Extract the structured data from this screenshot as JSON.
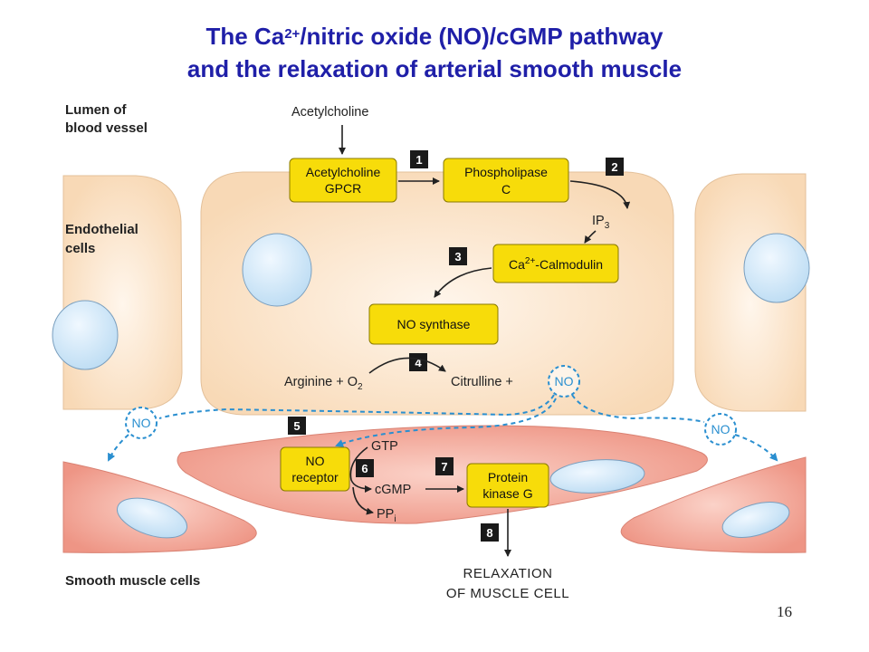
{
  "title": {
    "line1_prefix": "The Ca",
    "line1_sup": "2+",
    "line1_suffix": "/nitric oxide (NO)/cGMP pathway",
    "line2": "and the relaxation of arterial smooth muscle"
  },
  "slide_number": "16",
  "region_labels": {
    "lumen_line1": "Lumen of",
    "lumen_line2": "blood vessel",
    "endothelial_line1": "Endothelial",
    "endothelial_line2": "cells",
    "smooth_muscle": "Smooth muscle cells"
  },
  "molecules": {
    "acetylcholine": "Acetylcholine",
    "ip3_base": "IP",
    "ip3_sub": "3",
    "arginine_prefix": "Arginine + O",
    "o2_sub": "2",
    "citrulline": "Citrulline +",
    "no": "NO",
    "gtp": "GTP",
    "cgmp": "cGMP",
    "ppi_base": "PP",
    "ppi_sub": "i"
  },
  "boxes": {
    "gpcr_line1": "Acetylcholine",
    "gpcr_line2": "GPCR",
    "plc_line1": "Phospholipase",
    "plc_line2": "C",
    "calmodulin_prefix": "Ca",
    "calmodulin_sup": "2+",
    "calmodulin_suffix": "-Calmodulin",
    "no_synthase": "NO synthase",
    "no_receptor_line1": "NO",
    "no_receptor_line2": "receptor",
    "pkg_line1": "Protein",
    "pkg_line2": "kinase G"
  },
  "steps": [
    "1",
    "2",
    "3",
    "4",
    "5",
    "6",
    "7",
    "8"
  ],
  "outcome": {
    "line1": "RELAXATION",
    "line2": "OF MUSCLE CELL"
  },
  "colors": {
    "title": "#1f1fa8",
    "endothelial_cell": "#fbe3c8",
    "smooth_muscle_cell": "#f2a79a",
    "nucleus": "#cfe6f7",
    "enzyme_box": "#f7dc0a",
    "step_badge": "#1a1a1a",
    "no_dashed": "#2a8fd0"
  }
}
